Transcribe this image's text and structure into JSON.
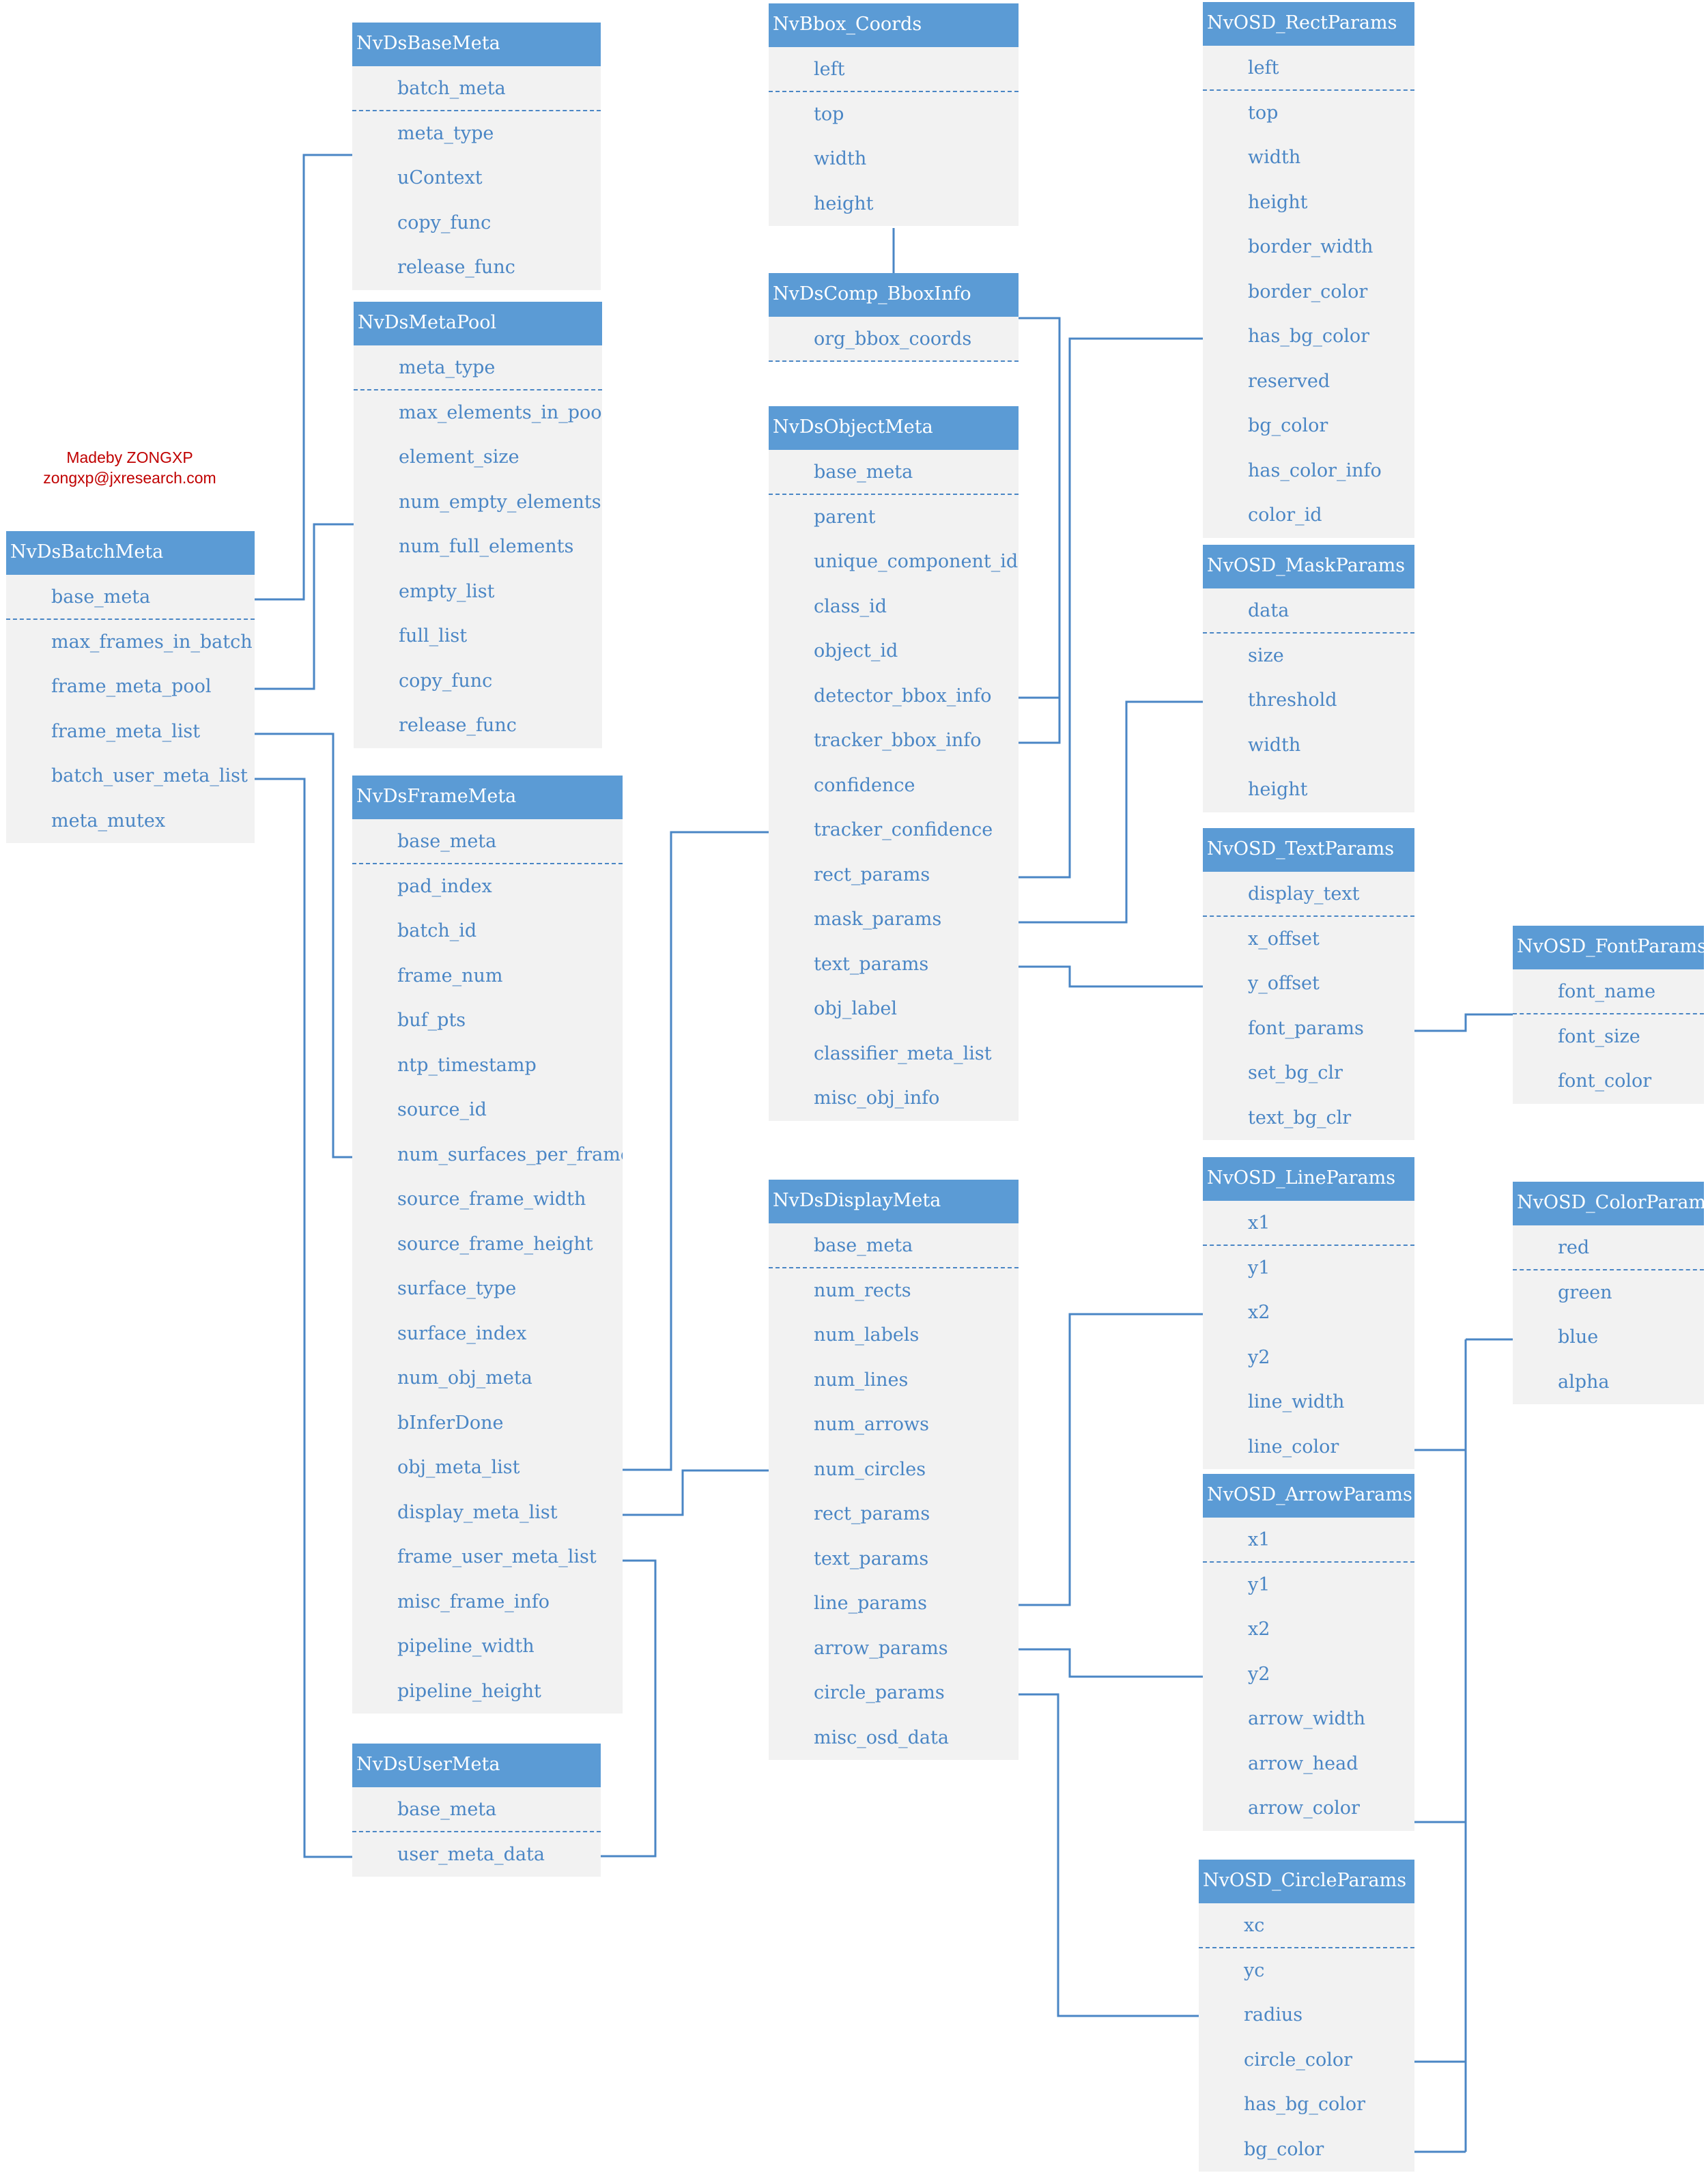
{
  "watermark": {
    "line1": "Madeby ZONGXP",
    "line2": "zongxp@jxresearch.com"
  },
  "colors": {
    "header": "#5b9bd5",
    "field_text": "#4a86c5",
    "table_body": "#f2f2f2",
    "connector": "#4a86c5",
    "watermark": "#c00000"
  },
  "tables": [
    {
      "name": "NvDsBaseMeta",
      "fields": [
        "batch_meta",
        "meta_type",
        "uContext",
        "copy_func",
        "release_func"
      ]
    },
    {
      "name": "NvDsMetaPool",
      "fields": [
        "meta_type",
        "max_elements_in_pool",
        "element_size",
        "num_empty_elements",
        "num_full_elements",
        "empty_list",
        "full_list",
        "copy_func",
        "release_func"
      ]
    },
    {
      "name": "NvDsBatchMeta",
      "fields": [
        "base_meta",
        "max_frames_in_batch",
        "frame_meta_pool",
        "frame_meta_list",
        "batch_user_meta_list",
        "meta_mutex"
      ]
    },
    {
      "name": "NvDsFrameMeta",
      "fields": [
        "base_meta",
        "pad_index",
        "batch_id",
        "frame_num",
        "buf_pts",
        "ntp_timestamp",
        "source_id",
        "num_surfaces_per_frame",
        "source_frame_width",
        "source_frame_height",
        "surface_type",
        "surface_index",
        "num_obj_meta",
        "bInferDone",
        "obj_meta_list",
        "display_meta_list",
        "frame_user_meta_list",
        "misc_frame_info",
        "pipeline_width",
        "pipeline_height"
      ]
    },
    {
      "name": "NvDsUserMeta",
      "fields": [
        "base_meta",
        "user_meta_data"
      ]
    },
    {
      "name": "NvBbox_Coords",
      "fields": [
        "left",
        "top",
        "width",
        "height"
      ]
    },
    {
      "name": "NvDsComp_BboxInfo",
      "fields": [
        "org_bbox_coords"
      ]
    },
    {
      "name": "NvDsObjectMeta",
      "fields": [
        "base_meta",
        "parent",
        "unique_component_id",
        "class_id",
        "object_id",
        "detector_bbox_info",
        "tracker_bbox_info",
        "confidence",
        "tracker_confidence",
        "rect_params",
        "mask_params",
        "text_params",
        "obj_label",
        "classifier_meta_list",
        "misc_obj_info"
      ]
    },
    {
      "name": "NvDsDisplayMeta",
      "fields": [
        "base_meta",
        "num_rects",
        "num_labels",
        "num_lines",
        "num_arrows",
        "num_circles",
        "rect_params",
        "text_params",
        "line_params",
        "arrow_params",
        "circle_params",
        "misc_osd_data"
      ]
    },
    {
      "name": "NvOSD_RectParams",
      "fields": [
        "left",
        "top",
        "width",
        "height",
        "border_width",
        "border_color",
        "has_bg_color",
        "reserved",
        "bg_color",
        "has_color_info",
        "color_id"
      ]
    },
    {
      "name": "NvOSD_MaskParams",
      "fields": [
        "data",
        "size",
        "threshold",
        "width",
        "height"
      ]
    },
    {
      "name": "NvOSD_TextParams",
      "fields": [
        "display_text",
        "x_offset",
        "y_offset",
        "font_params",
        "set_bg_clr",
        "text_bg_clr"
      ]
    },
    {
      "name": "NvOSD_FontParams",
      "fields": [
        "font_name",
        "font_size",
        "font_color"
      ]
    },
    {
      "name": "NvOSD_LineParams",
      "fields": [
        "x1",
        "y1",
        "x2",
        "y2",
        "line_width",
        "line_color"
      ]
    },
    {
      "name": "NvOSD_ColorParams",
      "fields": [
        "red",
        "green",
        "blue",
        "alpha"
      ]
    },
    {
      "name": "NvOSD_ArrowParams",
      "fields": [
        "x1",
        "y1",
        "x2",
        "y2",
        "arrow_width",
        "arrow_head",
        "arrow_color"
      ]
    },
    {
      "name": "NvOSD_CircleParams",
      "fields": [
        "xc",
        "yc",
        "radius",
        "circle_color",
        "has_bg_color",
        "bg_color"
      ]
    }
  ]
}
